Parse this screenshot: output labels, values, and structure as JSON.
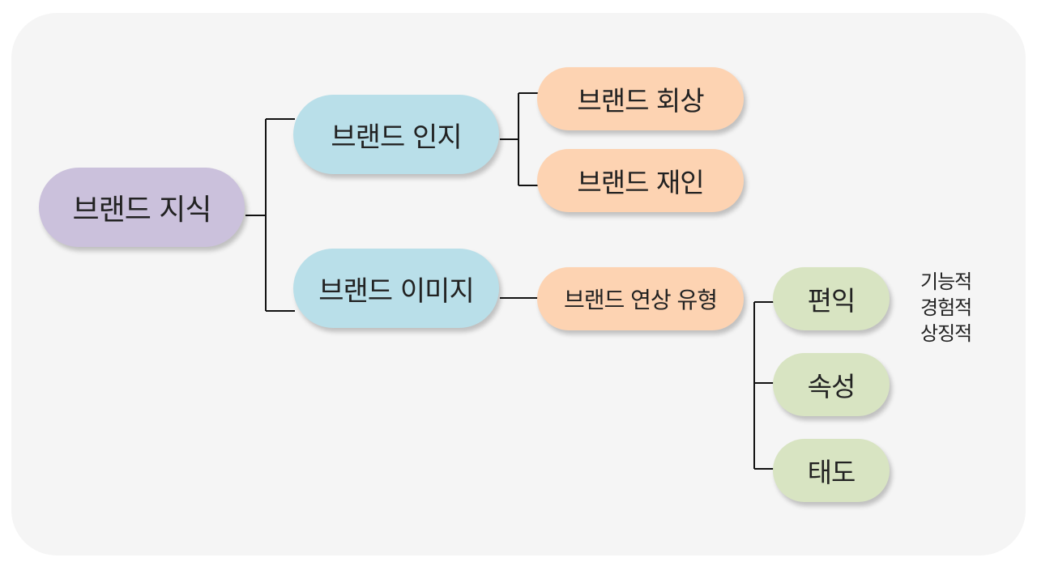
{
  "diagram": {
    "root": {
      "label": "브랜드 지식"
    },
    "awareness": {
      "label": "브랜드 인지",
      "children": [
        "브랜드 회상",
        "브랜드 재인"
      ]
    },
    "image": {
      "label": "브랜드 이미지",
      "association_types": {
        "label": "브랜드 연상 유형",
        "children": [
          "편익",
          "속성",
          "태도"
        ]
      }
    },
    "benefit_note": [
      "기능적",
      "경험적",
      "상징적"
    ]
  },
  "colors": {
    "background": "#f5f5f5",
    "root": "#cbc1dc",
    "level1": "#b9dfe9",
    "level2": "#fdd3b2",
    "level3": "#d8e4c2",
    "connector": "#111111"
  }
}
